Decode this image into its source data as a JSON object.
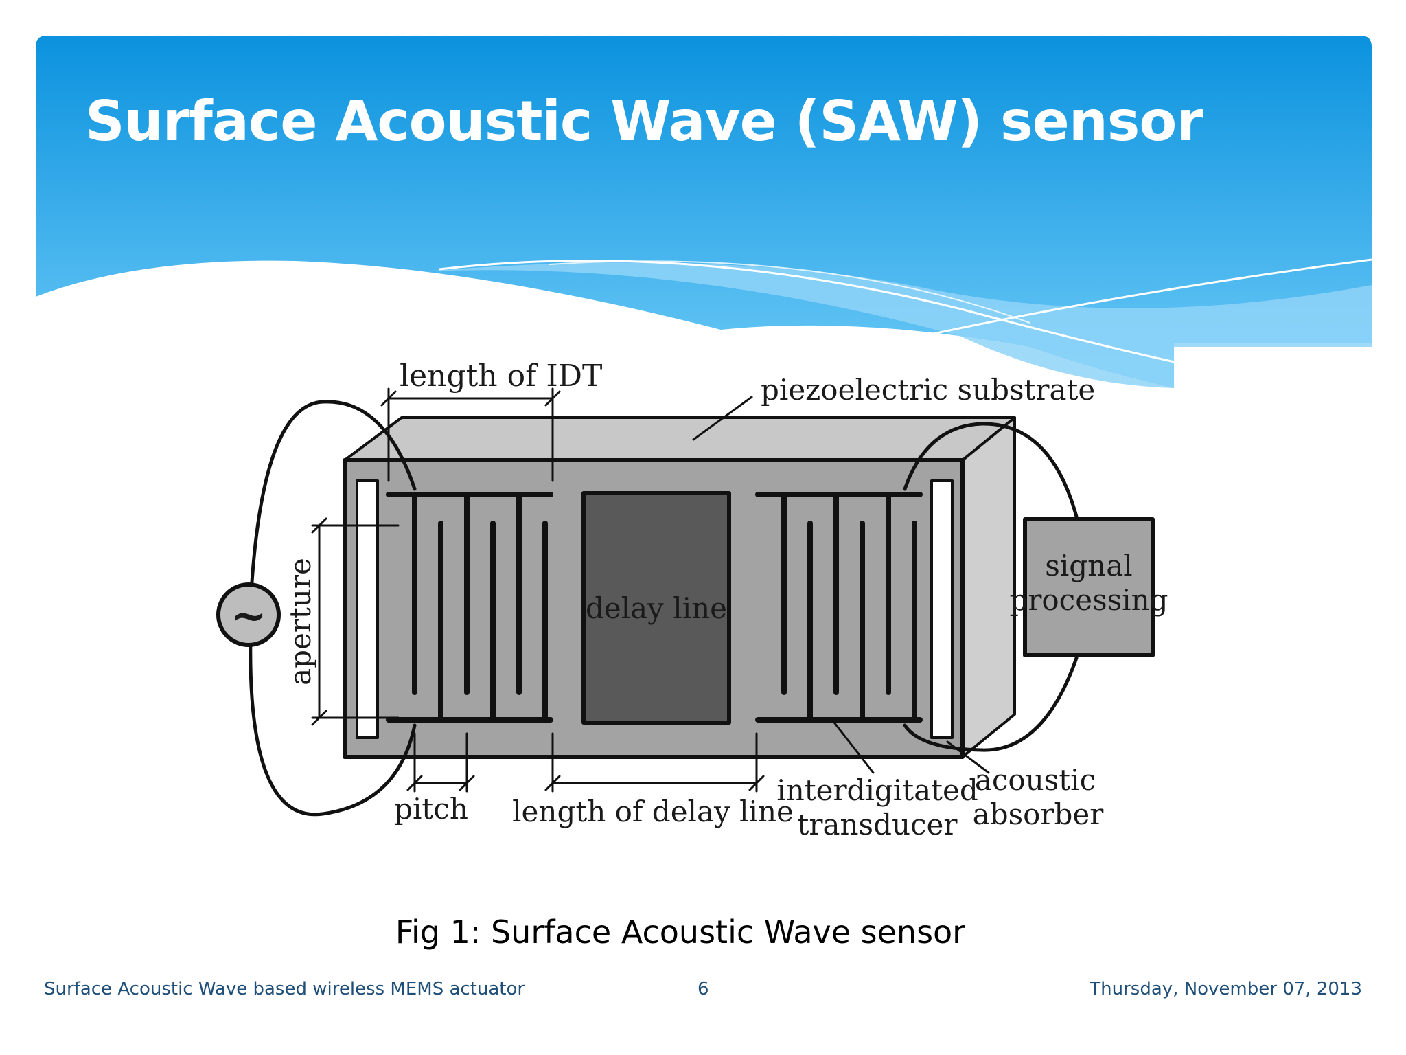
{
  "slide": {
    "title": "Surface Acoustic Wave (SAW) sensor",
    "caption": "Fig 1: Surface Acoustic Wave sensor",
    "footer": {
      "left": "Surface Acoustic Wave based wireless MEMS actuator",
      "page_number": "6",
      "date": "Thursday, November 07, 2013"
    }
  },
  "diagram": {
    "labels": {
      "length_of_idt": "length of IDT",
      "piezoelectric_substrate": "piezoelectric substrate",
      "aperture": "aperture",
      "delay_line": "delay line",
      "signal_line1": "signal",
      "signal_line2": "processing",
      "pitch": "pitch",
      "length_of_delay_line": "length of delay line",
      "idt_line1": "interdigitated",
      "idt_line2": "transducer",
      "absorber_line1": "acoustic",
      "absorber_line2": "absorber",
      "ac_source_symbol": "~"
    }
  },
  "colors": {
    "banner_top": "#0d96e0",
    "banner_bottom": "#5cc0f5",
    "substrate_face": "#a3a3a3",
    "substrate_top": "#c8c8c8",
    "delay_line_fill": "#595959",
    "footer_text": "#1f4e79"
  }
}
